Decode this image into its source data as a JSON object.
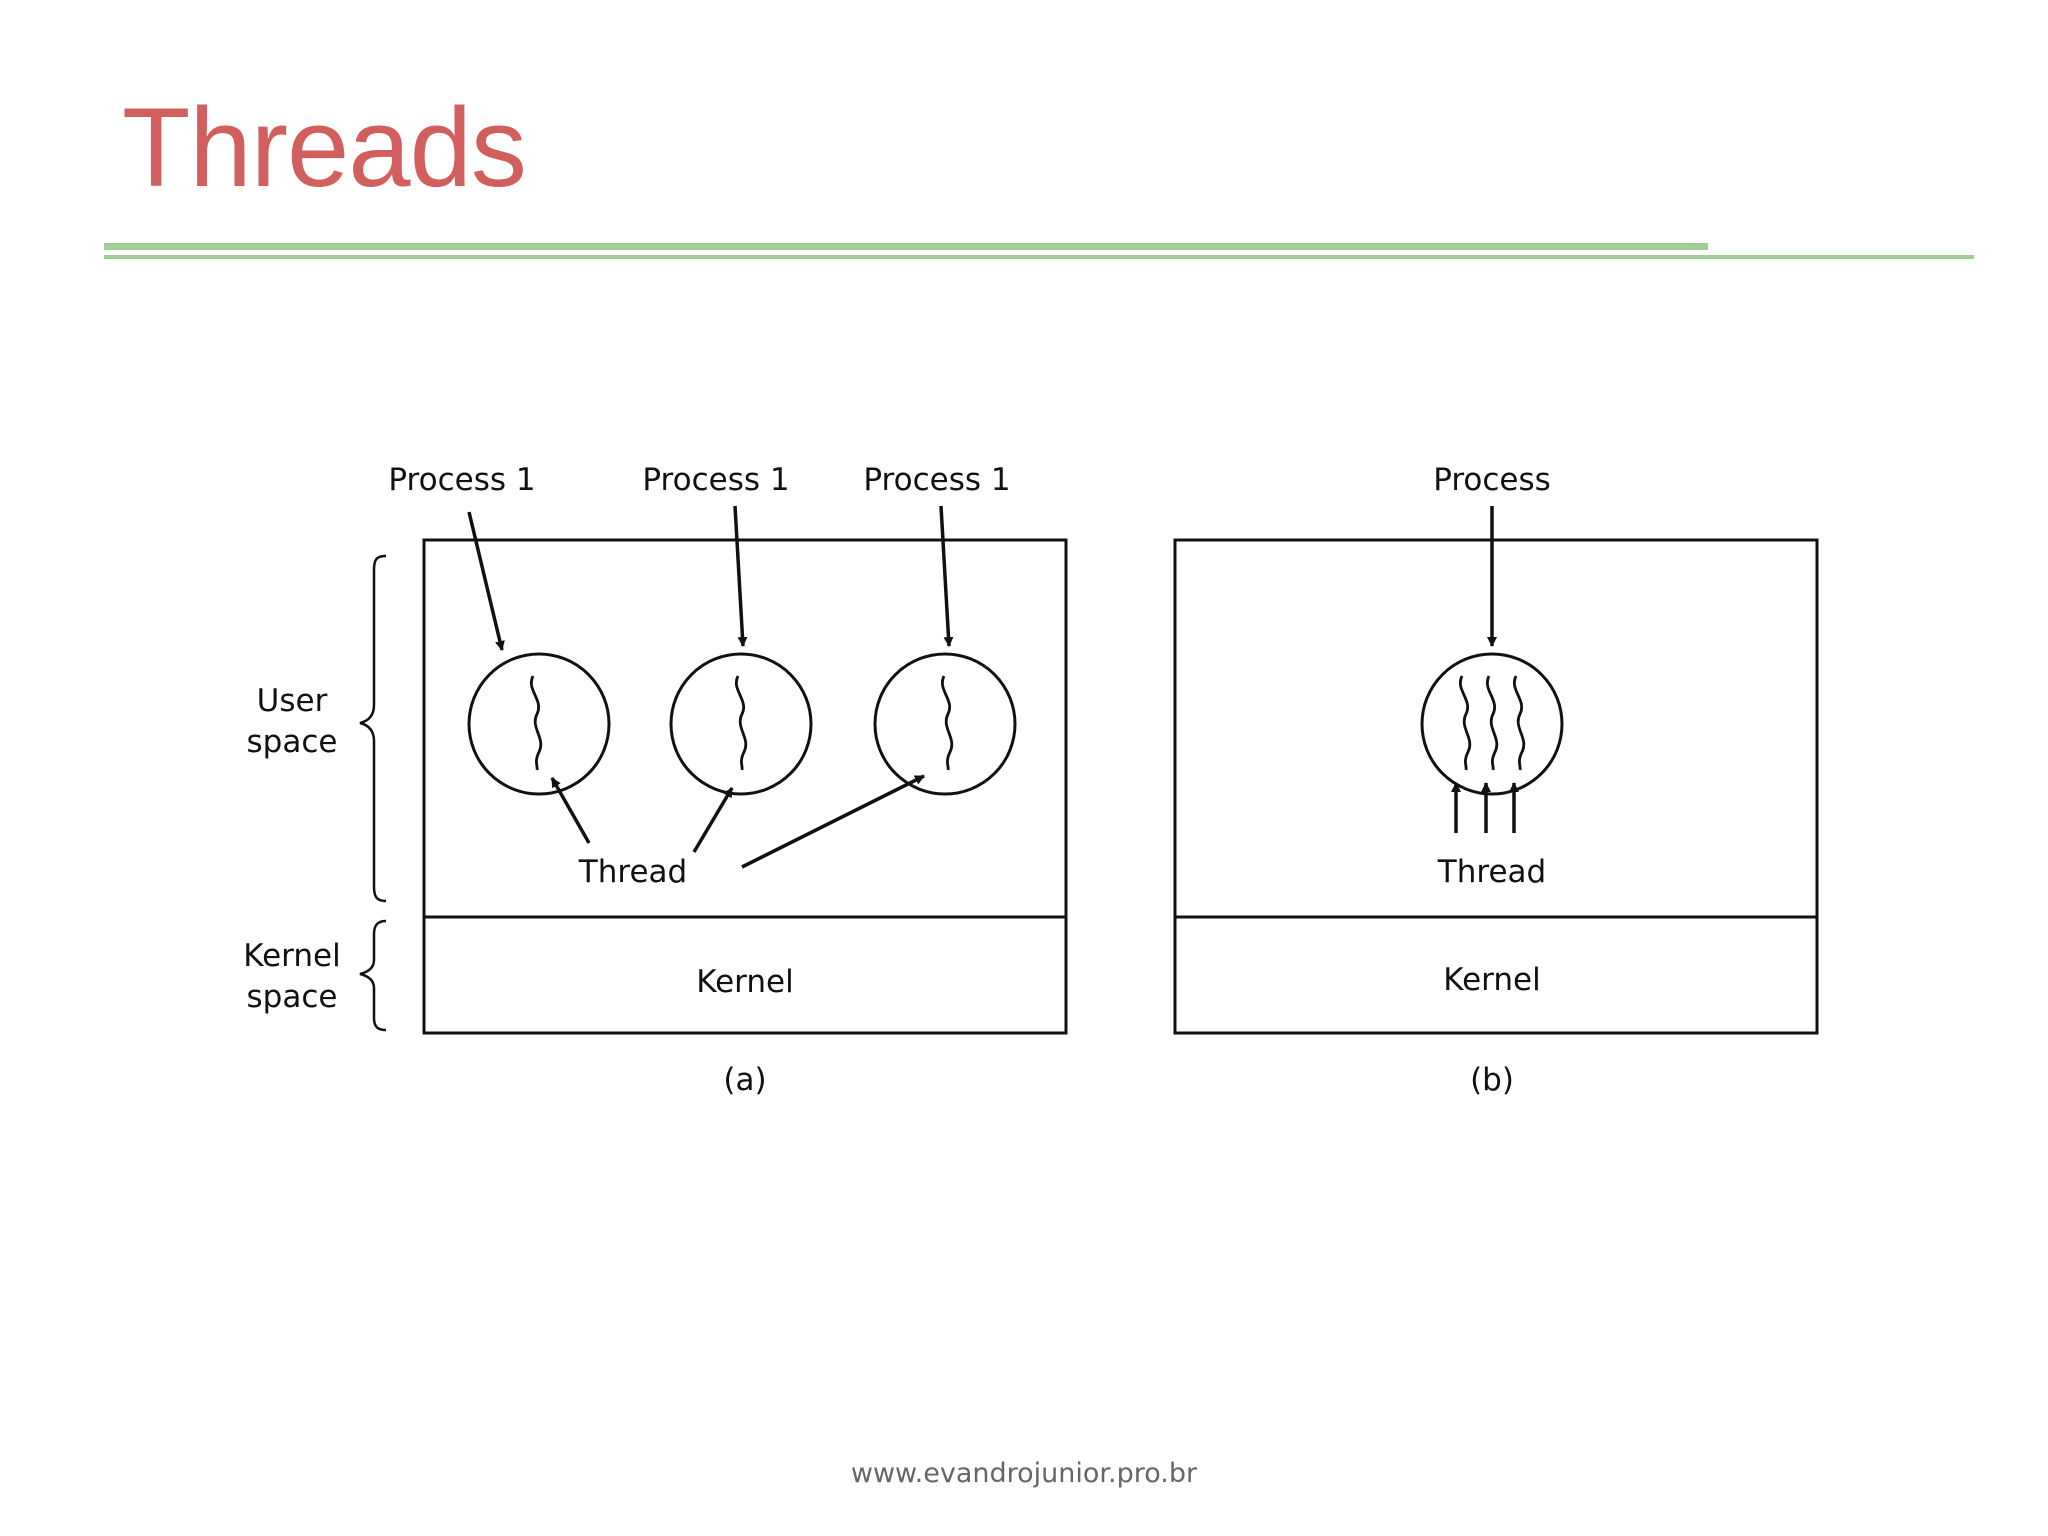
{
  "slide": {
    "title": "Threads",
    "footer": "www.evandrojunior.pro.br",
    "accent_color": "#d25e5e",
    "rule_color": "#9fcf96"
  },
  "diagram": {
    "label_process_a1": "Process 1",
    "label_process_a2": "Process 1",
    "label_process_a3": "Process 1",
    "label_process_b": "Process",
    "label_user": "User",
    "label_user_space": "space",
    "label_kernel": "Kernel",
    "label_kernel_space": "space",
    "label_thread_a": "Thread",
    "label_thread_b": "Thread",
    "kernel_a": "Kernel",
    "kernel_b": "Kernel",
    "caption_a": "(a)",
    "caption_b": "(b)"
  }
}
